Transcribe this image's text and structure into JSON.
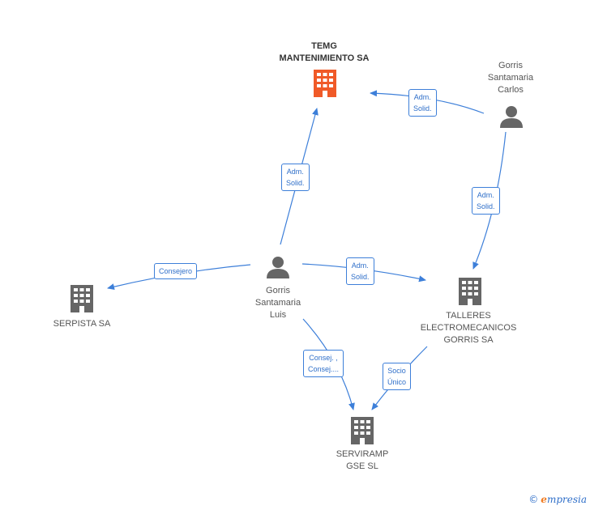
{
  "nodes": {
    "temg": {
      "label": "TEMG\nMANTENIMIENTO SA",
      "kind": "company",
      "color": "#f05a28"
    },
    "carlos": {
      "label": "Gorris\nSantamaria\nCarlos",
      "kind": "person",
      "color": "#666666"
    },
    "luis": {
      "label": "Gorris\nSantamaria\nLuis",
      "kind": "person",
      "color": "#666666"
    },
    "serpista": {
      "label": "SERPISTA SA",
      "kind": "company",
      "color": "#666666"
    },
    "talleres": {
      "label": "TALLERES\nELECTROMECANICOS\nGORRIS SA",
      "kind": "company",
      "color": "#666666"
    },
    "serviramp": {
      "label": "SERVIRAMP\nGSE SL",
      "kind": "company",
      "color": "#666666"
    }
  },
  "edges": {
    "carlos_temg": "Adm.\nSolid.",
    "luis_temg": "Adm.\nSolid.",
    "carlos_talleres": "Adm.\nSolid.",
    "luis_talleres": "Adm.\nSolid.",
    "luis_serpista": "Consejero",
    "luis_serviramp": "Consej. ,\nConsej....",
    "talleres_serviramp": "Socio\nÚnico"
  },
  "footer": {
    "copyright": "©",
    "brand_initial": "e",
    "brand_rest": "mpresia"
  },
  "colors": {
    "edge": "#3d7fd9",
    "company_highlight": "#f05a28",
    "node_default": "#666666"
  }
}
